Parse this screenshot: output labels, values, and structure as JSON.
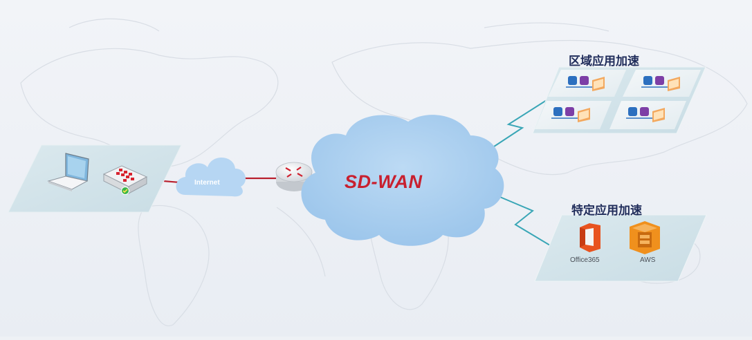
{
  "diagram": {
    "center_label": "SD-WAN",
    "internet_label": "Internet",
    "region_title": "区域应用加速",
    "app_title": "特定应用加速",
    "apps": [
      {
        "name": "Office365",
        "icon": "office365-icon"
      },
      {
        "name": "AWS",
        "icon": "aws-icon"
      }
    ],
    "colors": {
      "cloud": "#a9cdee",
      "small_cloud": "#b6d6f3",
      "wan_label": "#c8202f",
      "title": "#1f2c5a",
      "link_red": "#b81e2c",
      "link_teal": "#39a6b6",
      "panel": "#cfe1e8",
      "office": "#e8531f",
      "aws": "#f0901d"
    }
  }
}
